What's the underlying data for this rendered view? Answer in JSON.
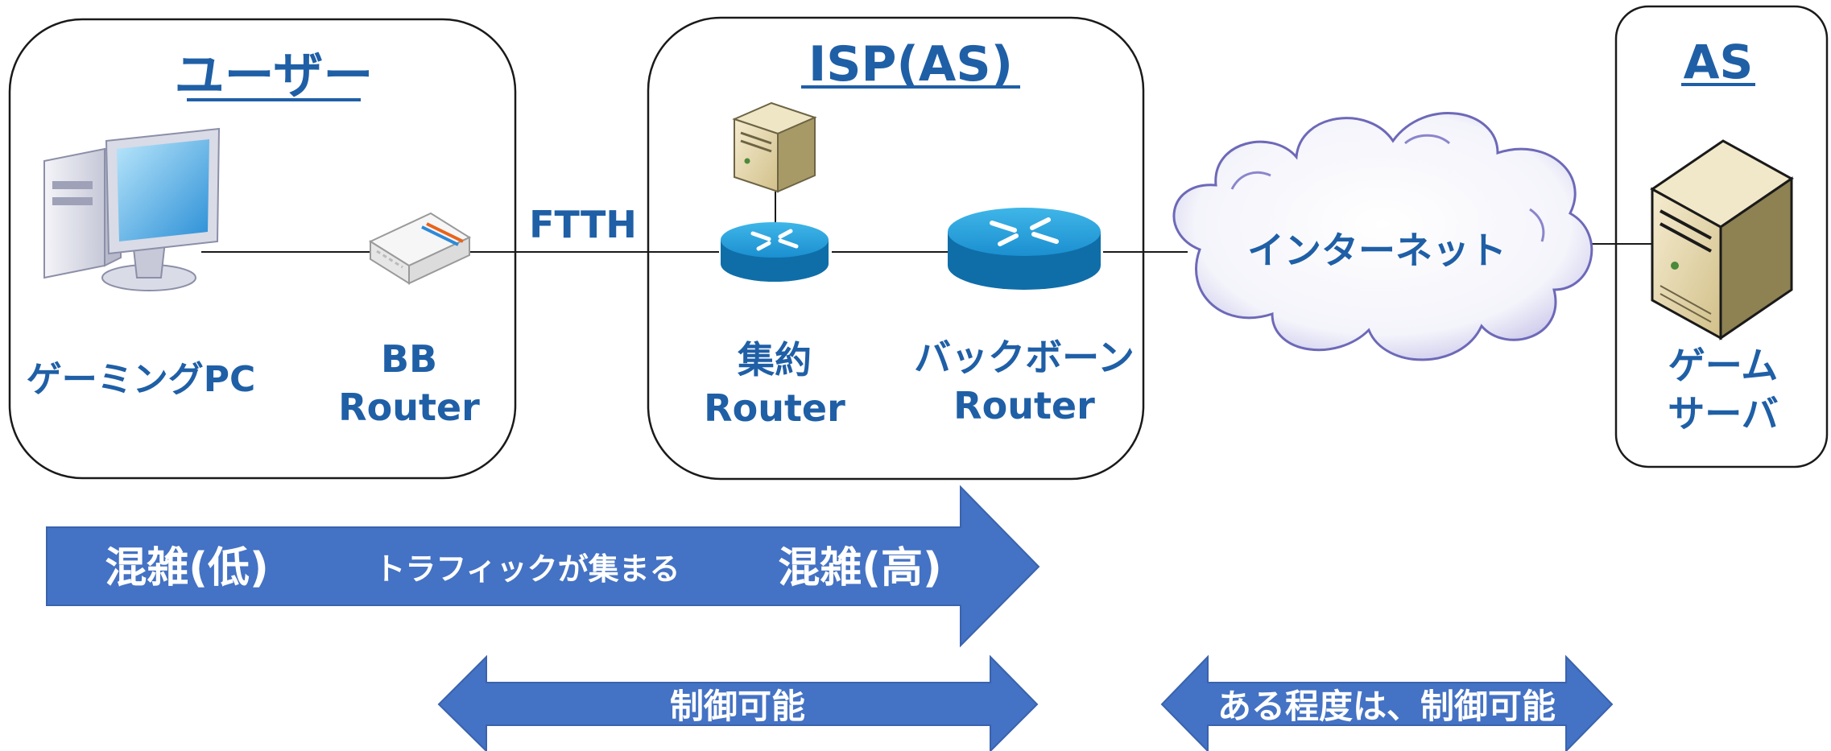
{
  "zones": {
    "user": {
      "title": "ユーザー"
    },
    "isp": {
      "title": "ISP(AS)"
    },
    "as": {
      "title": "AS"
    }
  },
  "devices": {
    "gaming_pc": {
      "label": "ゲーミングPC",
      "icon": "desktop-pc-icon"
    },
    "bb_router": {
      "label_line1": "BB",
      "label_line2": "Router",
      "icon": "home-router-icon"
    },
    "isp_server": {
      "icon": "server-icon"
    },
    "agg_router": {
      "label_line1": "集約",
      "label_line2": "Router",
      "icon": "router-icon"
    },
    "backbone_router": {
      "label_line1": "バックボーン",
      "label_line2": "Router",
      "icon": "router-icon"
    },
    "internet": {
      "label": "インターネット",
      "icon": "cloud-icon"
    },
    "game_server": {
      "label_line1": "ゲーム",
      "label_line2": "サーバ",
      "icon": "server-icon"
    }
  },
  "links": {
    "ftth_label": "FTTH"
  },
  "arrows": {
    "traffic": {
      "left_text": "混雑(低)",
      "middle_text": "トラフィックが集まる",
      "right_text": "混雑(高)"
    },
    "controllable": {
      "text": "制御可能"
    },
    "partially_controllable": {
      "text": "ある程度は、制御可能"
    }
  },
  "colors": {
    "label_blue": "#1f5fa6",
    "arrow_blue": "#4472c4",
    "router_blue": "#1b9bd6",
    "cloud_edge": "#8a86cc"
  }
}
